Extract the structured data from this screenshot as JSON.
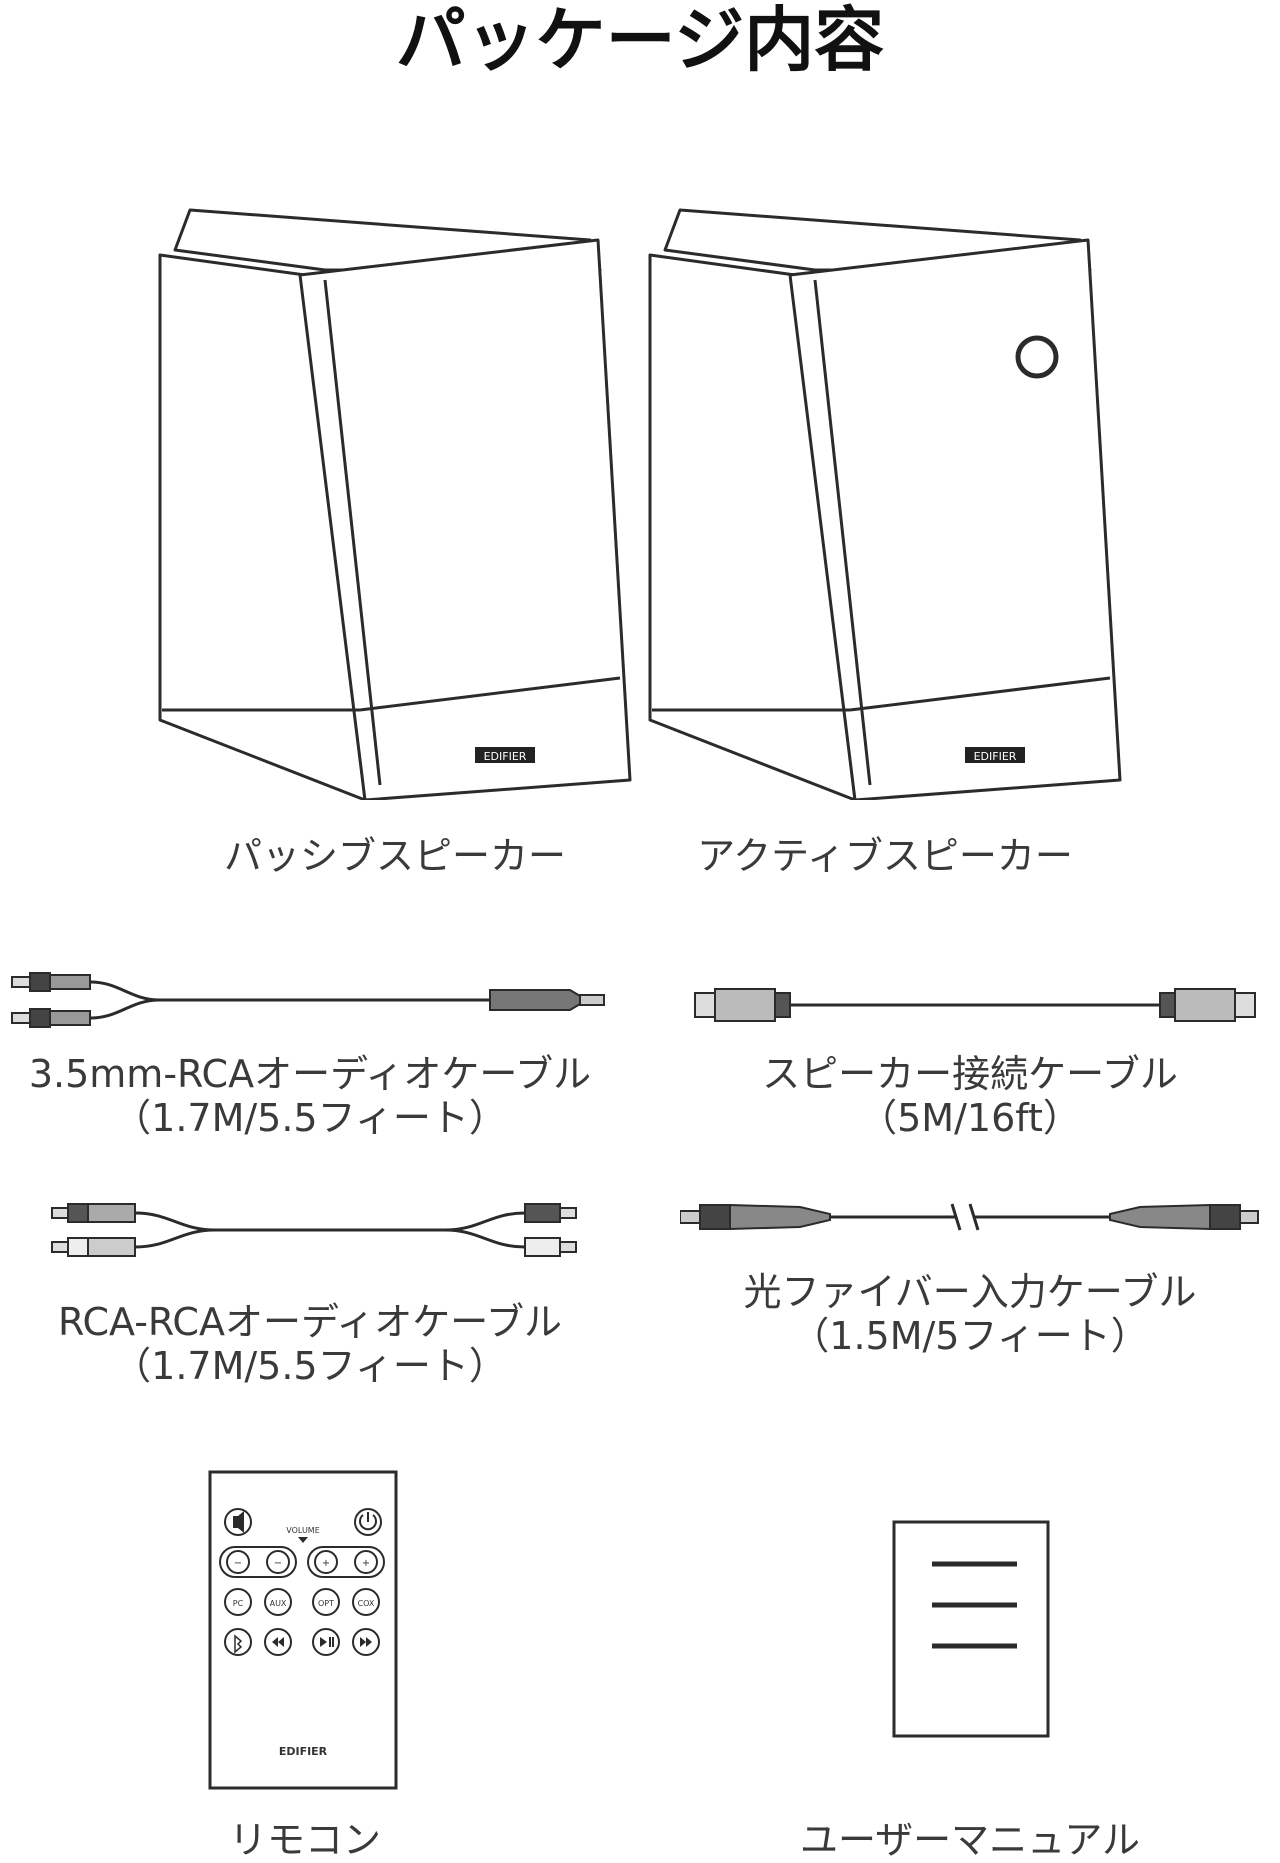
{
  "title": "パッケージ内容",
  "items": {
    "passive_speaker": {
      "label": "パッシブスピーカー",
      "logo_text": "EDIFIER"
    },
    "active_speaker": {
      "label": "アクティブスピーカー",
      "logo_text": "EDIFIER"
    },
    "aux_cable": {
      "label": "3.5mm-RCAオーディオケーブル",
      "spec": "（1.7M/5.5フィート）"
    },
    "speaker_cable": {
      "label": "スピーカー接続ケーブル",
      "spec": "（5M/16ft）"
    },
    "rca_cable": {
      "label": "RCA-RCAオーディオケーブル",
      "spec": "（1.7M/5.5フィート）"
    },
    "optical_cable": {
      "label": "光ファイバー入力ケーブル",
      "spec": "（1.5M/5フィート）"
    },
    "remote": {
      "label": "リモコン",
      "volume_label": "VOLUME",
      "brand": "EDIFIER",
      "buttons": [
        "−",
        "−",
        "+",
        "+",
        "PC",
        "AUX",
        "OPT",
        "COX"
      ]
    },
    "manual": {
      "label": "ユーザーマニュアル"
    }
  },
  "colors": {
    "line": "#2b2b2b",
    "text": "#3a3a3a",
    "title": "#111111"
  }
}
